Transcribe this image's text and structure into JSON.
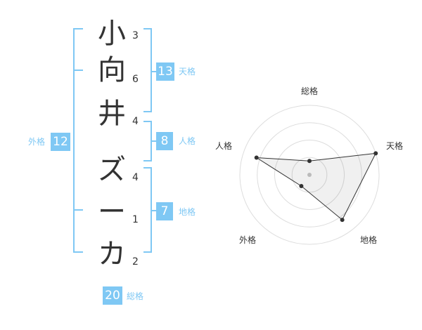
{
  "name_chars": [
    {
      "char": "小",
      "strokes": "3"
    },
    {
      "char": "向",
      "strokes": "6"
    },
    {
      "char": "井",
      "strokes": "4"
    },
    {
      "char": "ズ",
      "strokes": "4"
    },
    {
      "char": "ー",
      "strokes": "1"
    },
    {
      "char": "カ",
      "strokes": "2"
    }
  ],
  "kakusu": {
    "tenkaku": {
      "value": "13",
      "label": "天格"
    },
    "jinkaku": {
      "value": "8",
      "label": "人格"
    },
    "chikaku": {
      "value": "7",
      "label": "地格"
    },
    "gaikaku": {
      "value": "12",
      "label": "外格"
    },
    "soukaku": {
      "value": "20",
      "label": "総格"
    }
  },
  "chart_data": {
    "type": "radar",
    "axes": [
      "総格",
      "天格",
      "地格",
      "外格",
      "人格"
    ],
    "values": [
      1,
      5,
      4,
      1,
      4
    ],
    "range": [
      0,
      5
    ],
    "rings": 4,
    "accent_color": "#7fc8f4"
  }
}
